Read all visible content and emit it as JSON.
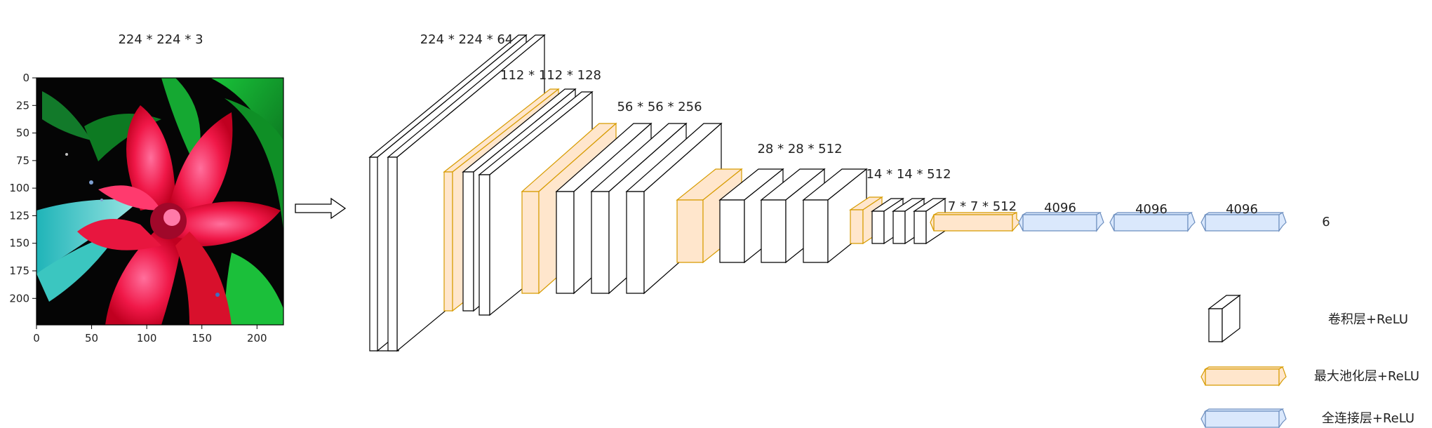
{
  "input_label": "224 * 224 * 3",
  "image_axes": {
    "y_ticks": [
      "0",
      "25",
      "50",
      "75",
      "100",
      "125",
      "150",
      "175",
      "200"
    ],
    "x_ticks": [
      "0",
      "50",
      "100",
      "150",
      "200"
    ],
    "range": [
      0,
      224
    ]
  },
  "stage_labels": [
    "224 * 224 * 64",
    "112 * 112 * 128",
    "56 * 56 * 256",
    "28 * 28 * 512",
    "14 * 14 * 512",
    "7 * 7 * 512"
  ],
  "fc_labels": [
    "4096",
    "4096",
    "4096"
  ],
  "output_label": "6",
  "legend": [
    {
      "type": "conv",
      "label": "卷积层+ReLU"
    },
    {
      "type": "pool",
      "label": "最大池化层+ReLU"
    },
    {
      "type": "fc",
      "label": "全连接层+ReLU"
    }
  ],
  "colors": {
    "conv_fill": "#ffffff",
    "conv_stroke": "#000000",
    "pool_fill": "#ffe6cc",
    "pool_stroke": "#d79b00",
    "fc_fill": "#dae8fc",
    "fc_stroke": "#6c8ebf"
  }
}
